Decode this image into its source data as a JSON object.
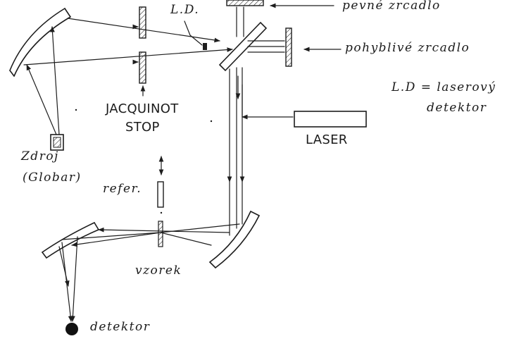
{
  "labels": {
    "ld": "L.D.",
    "fixed_mirror": "pevné zrcadlo",
    "moving_mirror": "pohyblivé zrcadlo",
    "ld_legend_1": "L.D = laserový",
    "ld_legend_2": "detektor",
    "jacquinot_1": "JACQUINOT",
    "jacquinot_2": "STOP",
    "laser": "LASER",
    "source_1": "Zdroj",
    "source_2": "(Globar)",
    "reference": "refer.",
    "sample": "vzorek",
    "detector": "detektor"
  },
  "colors": {
    "ink": "#1d1d1d",
    "paper": "#ffffff"
  }
}
